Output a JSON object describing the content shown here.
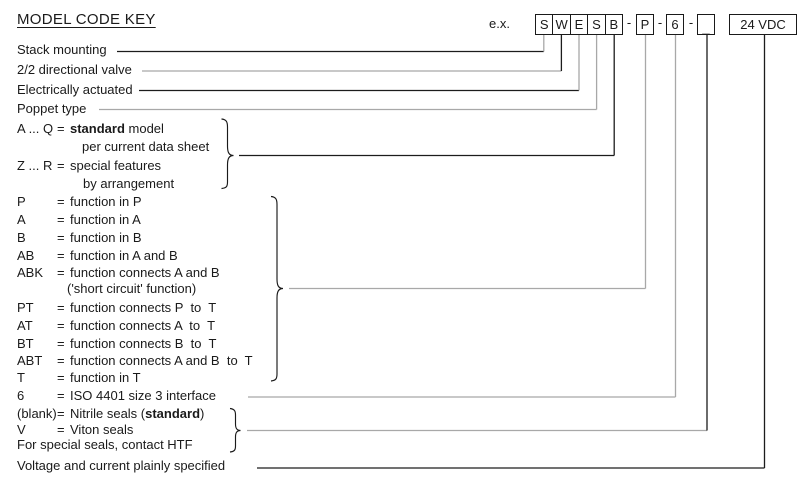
{
  "title": "MODEL CODE KEY",
  "example_label": "e.x.",
  "eq_sign": "=",
  "dash": "-",
  "code": {
    "stacked_cells": [
      "S",
      "W",
      "E",
      "S",
      "B"
    ],
    "function_code": "P",
    "size_code": "6",
    "seal_code": "_",
    "voltage": "24 VDC"
  },
  "rows": [
    {
      "name": "stack-mounting",
      "parts": [
        {
          "text": "Stack mounting"
        }
      ]
    },
    {
      "name": "directional-valve",
      "parts": [
        {
          "text": "2/2 directional valve"
        }
      ]
    },
    {
      "name": "electrically-actuated",
      "parts": [
        {
          "text": "Electrically actuated"
        }
      ]
    },
    {
      "name": "poppet-type",
      "parts": [
        {
          "text": "Poppet type"
        }
      ]
    },
    {
      "name": "standard-model",
      "code": "A ... Q",
      "parts": [
        {
          "text": "standard",
          "bold": true
        },
        {
          "text": " model"
        }
      ]
    },
    {
      "name": "standard-model-cont",
      "indent": 65,
      "parts": [
        {
          "text": "per current data sheet"
        }
      ]
    },
    {
      "name": "special-features",
      "code": "Z ... R",
      "parts": [
        {
          "text": "special features"
        }
      ]
    },
    {
      "name": "special-features-cont",
      "indent": 66,
      "parts": [
        {
          "text": "by arrangement"
        }
      ]
    },
    {
      "name": "function-p",
      "code": "P",
      "parts": [
        {
          "text": "function in P"
        }
      ]
    },
    {
      "name": "function-a",
      "code": "A",
      "parts": [
        {
          "text": "function in A"
        }
      ]
    },
    {
      "name": "function-b",
      "code": "B",
      "parts": [
        {
          "text": "function in B"
        }
      ]
    },
    {
      "name": "function-ab",
      "code": "AB",
      "parts": [
        {
          "text": "function in A and B"
        }
      ]
    },
    {
      "name": "function-abk",
      "code": "ABK",
      "parts": [
        {
          "text": "function connects A and B"
        }
      ]
    },
    {
      "name": "function-abk-cont",
      "indent": 50,
      "parts": [
        {
          "text": "('short circuit' function)"
        }
      ]
    },
    {
      "name": "function-pt",
      "code": "PT",
      "parts": [
        {
          "text": "function connects P  to  T"
        }
      ]
    },
    {
      "name": "function-at",
      "code": "AT",
      "parts": [
        {
          "text": "function connects A  to  T"
        }
      ]
    },
    {
      "name": "function-bt",
      "code": "BT",
      "parts": [
        {
          "text": "function connects B  to  T"
        }
      ]
    },
    {
      "name": "function-abt",
      "code": "ABT",
      "parts": [
        {
          "text": "function connects A and B  to  T"
        }
      ]
    },
    {
      "name": "function-t",
      "code": "T",
      "parts": [
        {
          "text": "function in T"
        }
      ]
    },
    {
      "name": "iso-interface",
      "code": "6",
      "parts": [
        {
          "text": "ISO 4401 size 3 interface"
        }
      ]
    },
    {
      "name": "nitrile-seals",
      "code": "(blank)",
      "parts": [
        {
          "text": "Nitrile seals ("
        },
        {
          "text": "standard",
          "bold": true
        },
        {
          "text": ")"
        }
      ]
    },
    {
      "name": "viton-seals",
      "code": "V",
      "parts": [
        {
          "text": "Viton seals"
        }
      ]
    },
    {
      "name": "special-seals-note",
      "parts": [
        {
          "text": "For special seals, contact HTF"
        }
      ]
    },
    {
      "name": "voltage-note",
      "parts": [
        {
          "text": "Voltage and current plainly specified"
        }
      ]
    }
  ]
}
